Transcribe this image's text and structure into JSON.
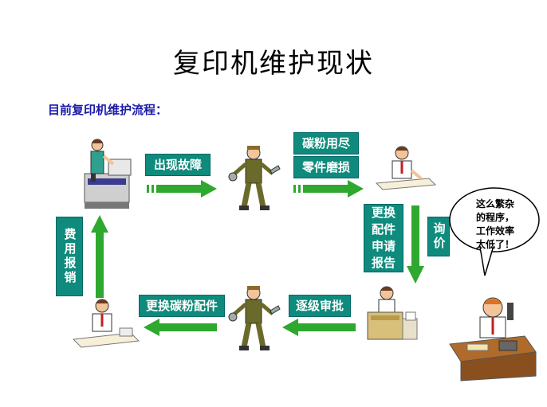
{
  "title": "复印机维护现状",
  "subtitle": "目前复印机维护流程：",
  "steps": {
    "fault": "出现故障",
    "toner_out": "碳粉用尽",
    "parts_worn": "零件磨损",
    "request": [
      "更换",
      "配件",
      "申请",
      "报告"
    ],
    "inquiry": "询价",
    "approval": "逐级审批",
    "replace": "更换碳粉配件",
    "reimburse": "费用报销"
  },
  "bubble": [
    "这么繁杂",
    "的程序，",
    "工作效率",
    "太低了！"
  ],
  "colors": {
    "box": "#0e8b7c",
    "arrow": "#2ea82e",
    "title_blue": "#1a1aa6"
  }
}
